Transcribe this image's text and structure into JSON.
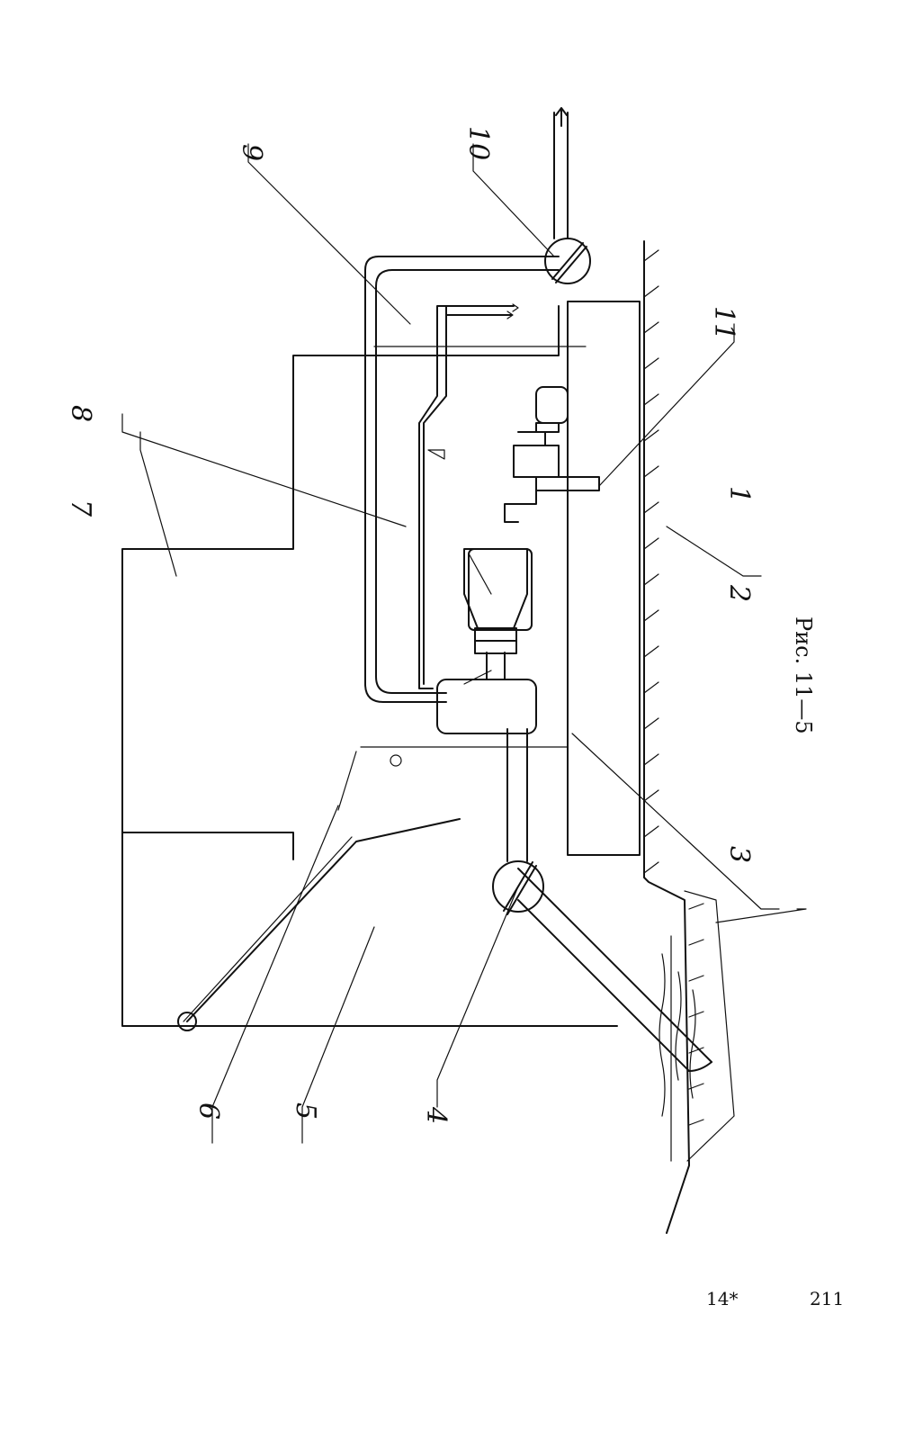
{
  "figure": {
    "caption": "Рис. 11—5",
    "callouts": [
      "1",
      "2",
      "3",
      "4",
      "5",
      "6",
      "7",
      "8",
      "9",
      "10",
      "11"
    ]
  },
  "page": {
    "signature": "14*",
    "number": "211"
  }
}
